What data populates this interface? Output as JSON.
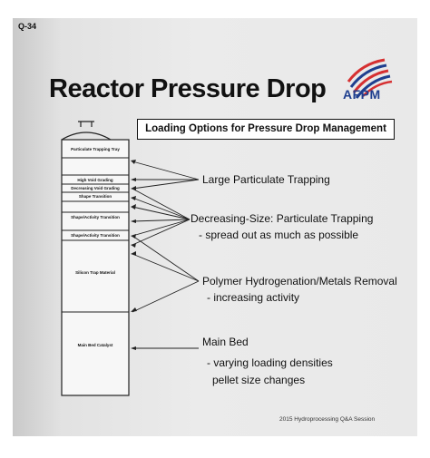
{
  "slide": {
    "question_id": "Q-34",
    "title": "Reactor Pressure Drop",
    "logo_text": "AFPM",
    "boxed_title": "Loading Options for Pressure Drop Management",
    "footer": "2015 Hydroprocessing Q&A Session"
  },
  "reactor_layers": [
    "Particulate Trapping Tray",
    "High Void Grading",
    "Decreasing Void Grading",
    "Shape Transition",
    "Shape/Activity Transition",
    "Shape/Activity Transition",
    "Silicon Trap Material",
    "Main Bed Catalyst"
  ],
  "annotations": {
    "large_particulate": "Large Particulate Trapping",
    "decreasing_size": "Decreasing-Size:  Particulate Trapping",
    "spread_out": "- spread out as much as possible",
    "polymer": "Polymer Hydrogenation/Metals Removal",
    "increasing_activity": "- increasing activity",
    "main_bed": "Main Bed",
    "densities": "- varying loading densities",
    "pellet": "pellet size changes"
  }
}
